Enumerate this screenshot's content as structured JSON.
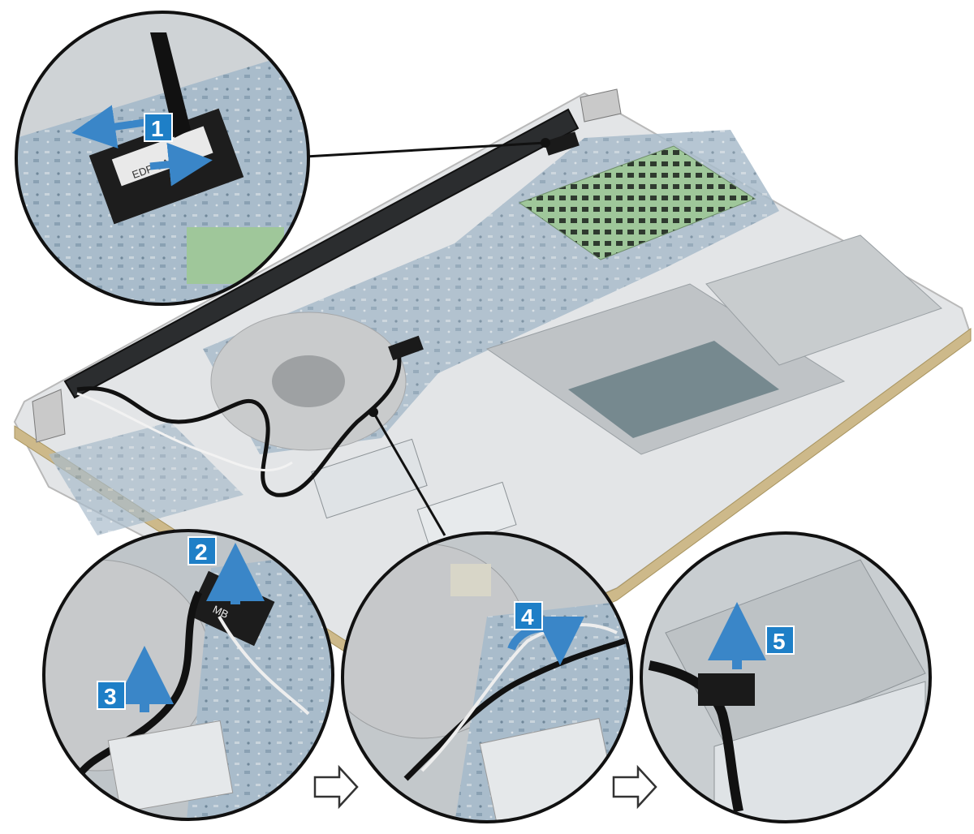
{
  "colors": {
    "step_badge": "#1e7fc7",
    "action_arrow": "#3a86c8",
    "callout_line": "#111111",
    "cable": "#111111",
    "board": "#9fb6c6",
    "chassis": "#d9dcdf"
  },
  "steps": [
    {
      "number": "1",
      "action": "disconnect display cable connector"
    },
    {
      "number": "2",
      "action": "peel tape and lift cable"
    },
    {
      "number": "3",
      "action": "lift cable"
    },
    {
      "number": "4",
      "action": "unroute cable from routing channel"
    },
    {
      "number": "5",
      "action": "lift cable"
    }
  ],
  "sequence_arrows": [
    "arrow-right-icon",
    "arrow-right-icon"
  ],
  "connector_labels": {
    "edp_tape": "EDP CABLE",
    "mb_tape": "MB"
  }
}
